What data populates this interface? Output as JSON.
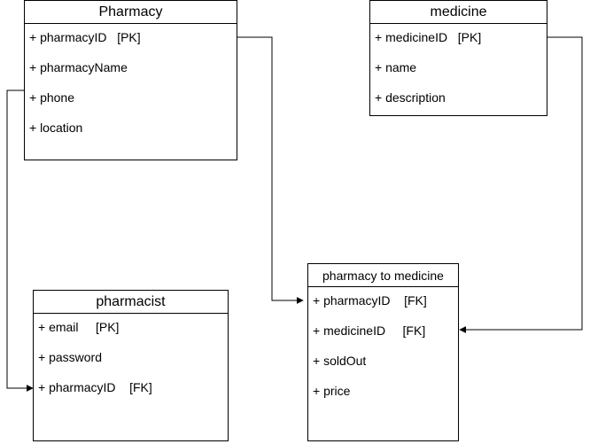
{
  "entities": {
    "pharmacy": {
      "title": "Pharmacy",
      "attributes": [
        "+ pharmacyID   [PK]",
        "+ pharmacyName",
        "+ phone",
        "+ location"
      ]
    },
    "medicine": {
      "title": "medicine",
      "attributes": [
        "+ medicineID   [PK]",
        "+ name",
        "+ description"
      ]
    },
    "pharmacist": {
      "title": "pharmacist",
      "attributes": [
        "+ email     [PK]",
        "+ password",
        "+ pharmacyID    [FK]"
      ]
    },
    "pharmacy_to_medicine": {
      "title": "pharmacy to medicine",
      "attributes": [
        "+ pharmacyID    [FK]",
        "+ medicineID     [FK]",
        "+ soldOut",
        "+ price"
      ]
    }
  }
}
